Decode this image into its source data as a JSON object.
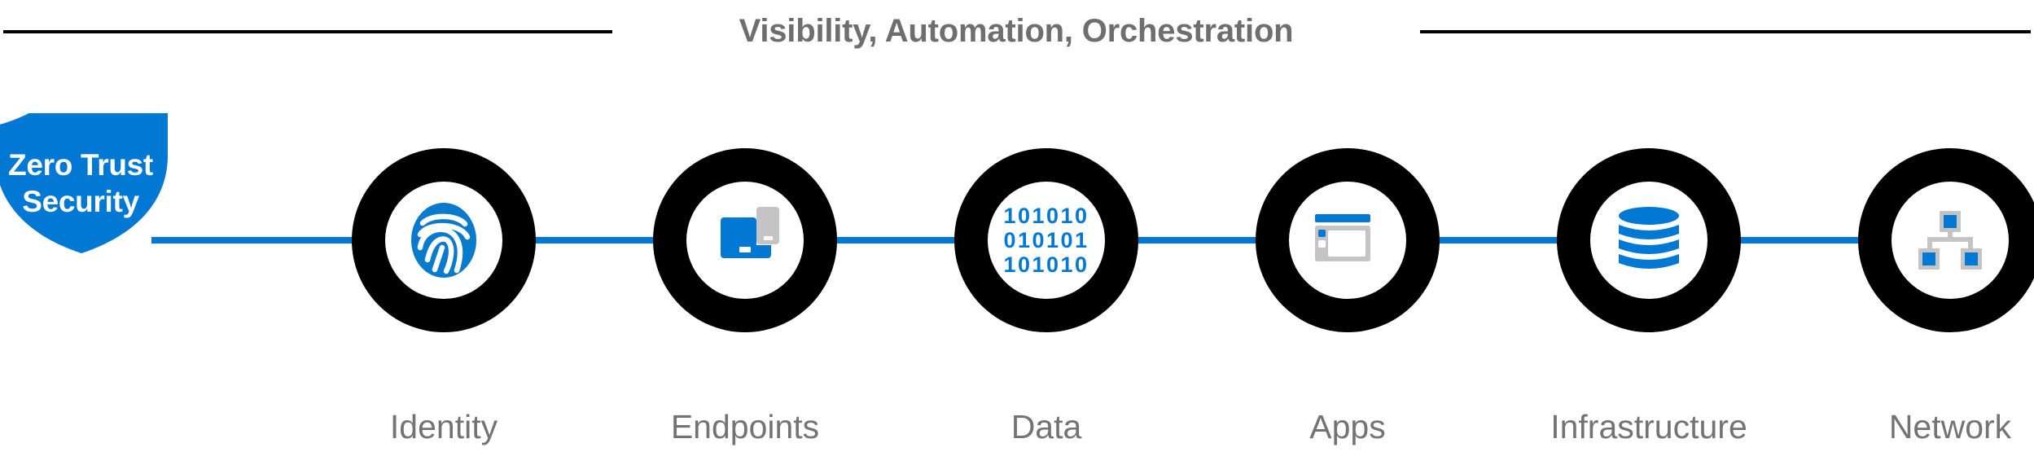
{
  "header": {
    "title": "Visibility, Automation, Orchestration"
  },
  "shield": {
    "label_line1": "Zero Trust",
    "label_line2": "Security",
    "label_full": "Zero Trust Security",
    "fill_color": "#0078d4",
    "text_color": "#ffffff"
  },
  "colors": {
    "accent_blue": "#0078d4",
    "ring_black": "#000000",
    "label_gray": "#737373",
    "title_gray": "#6e6e6e",
    "icon_gray": "#c4c4c4",
    "background": "#ffffff"
  },
  "pillars": [
    {
      "label": "Identity",
      "icon": "fingerprint-icon"
    },
    {
      "label": "Endpoints",
      "icon": "laptop-phone-icon"
    },
    {
      "label": "Data",
      "icon": "binary-digits-icon"
    },
    {
      "label": "Apps",
      "icon": "app-window-icon"
    },
    {
      "label": "Infrastructure",
      "icon": "database-cylinder-icon"
    },
    {
      "label": "Network",
      "icon": "network-topology-icon"
    }
  ],
  "data_icon": {
    "row1": "101010",
    "row2": "010101",
    "row3": "101010"
  }
}
